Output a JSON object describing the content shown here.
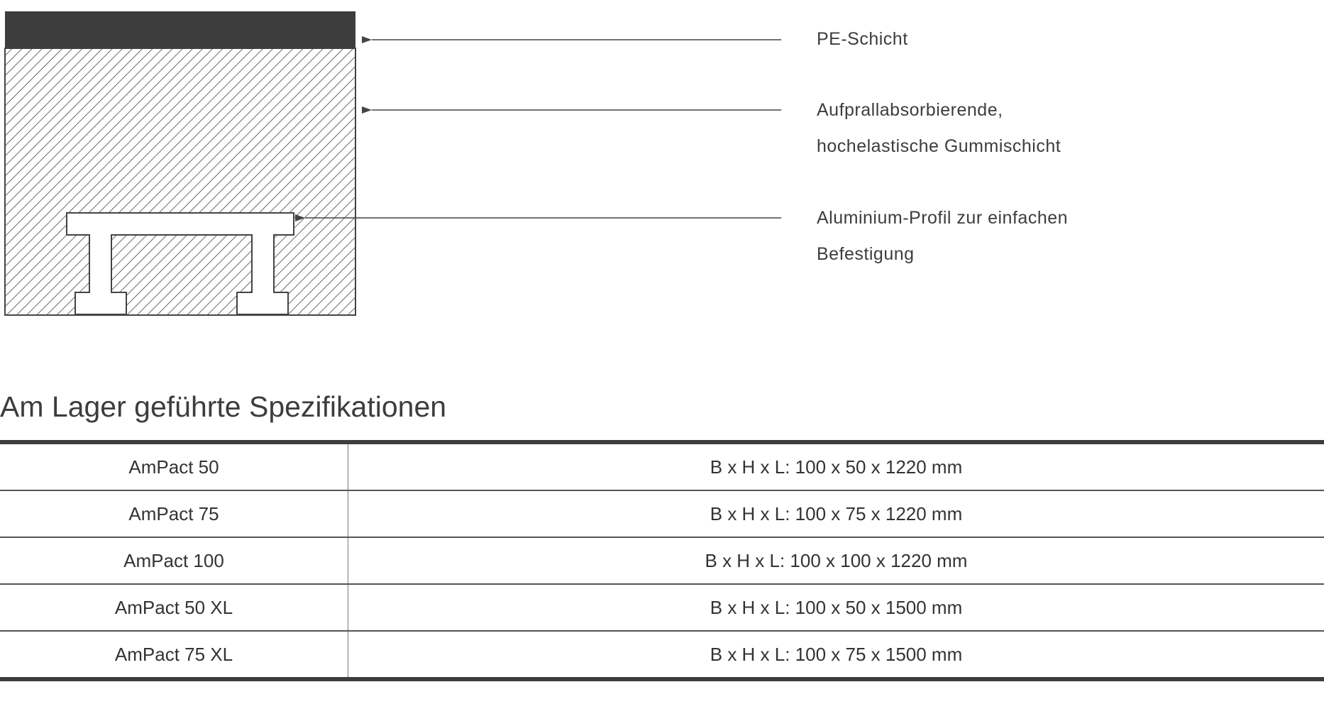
{
  "diagram": {
    "labels": [
      {
        "lines": [
          "PE-Schicht"
        ]
      },
      {
        "lines": [
          "Aufprallabsorbierende,",
          "hochelastische Gummischicht"
        ]
      },
      {
        "lines": [
          "Aluminium-Profil zur einfachen",
          "Befestigung"
        ]
      }
    ],
    "colors": {
      "pe_layer": "#3d3d3d",
      "stroke": "#444444"
    }
  },
  "heading": "Am Lager geführte Spezifikationen",
  "table": {
    "rows": [
      {
        "model": "AmPact 50",
        "dims": "B x H x L: 100 x 50 x 1220 mm"
      },
      {
        "model": "AmPact 75",
        "dims": "B x H x L: 100 x 75 x 1220 mm"
      },
      {
        "model": "AmPact 100",
        "dims": "B x H x L: 100 x 100 x 1220 mm"
      },
      {
        "model": "AmPact 50 XL",
        "dims": "B x H x L: 100 x 50 x 1500 mm"
      },
      {
        "model": "AmPact 75 XL",
        "dims": "B x H x L: 100 x 75 x 1500 mm"
      }
    ]
  }
}
